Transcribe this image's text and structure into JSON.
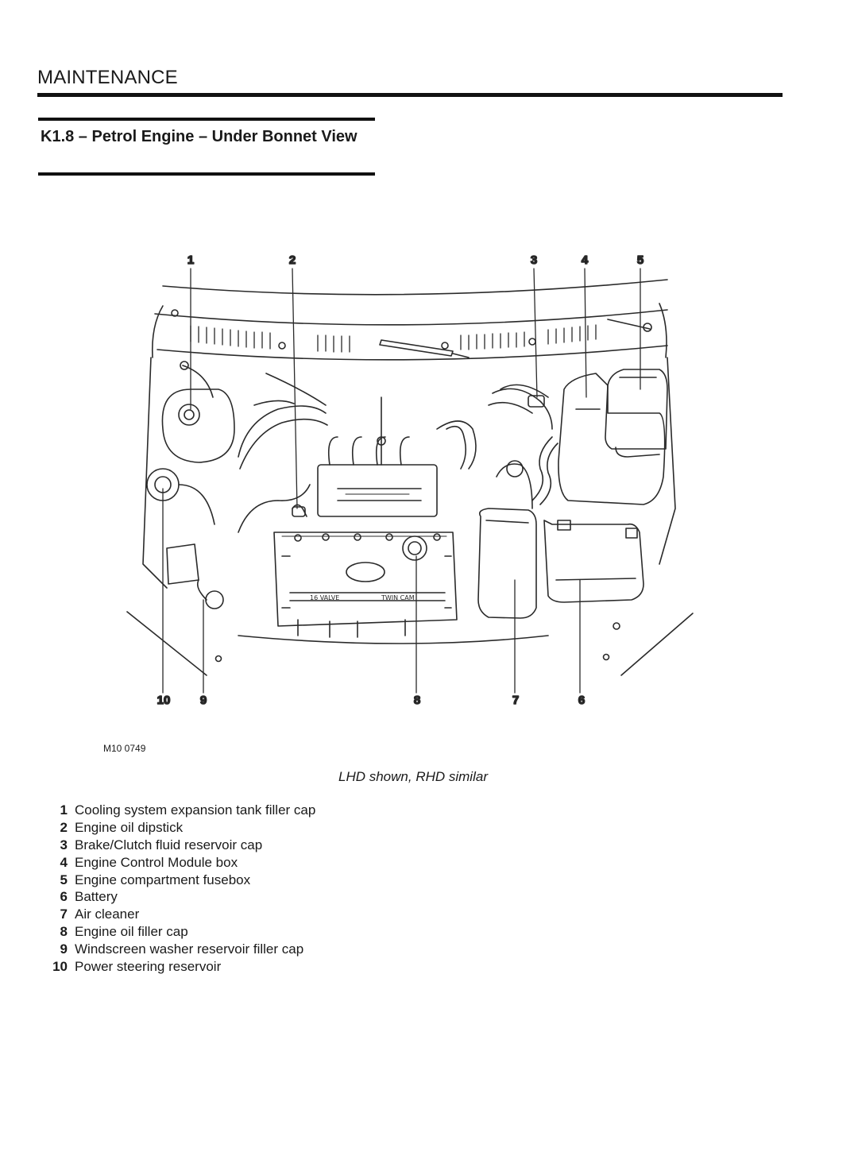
{
  "header": {
    "title": "MAINTENANCE"
  },
  "section": {
    "title": "K1.8 – Petrol Engine – Under Bonnet View"
  },
  "figure": {
    "id": "M10 0749",
    "note": "LHD shown, RHD similar",
    "callouts": [
      {
        "number": "1"
      },
      {
        "number": "2"
      },
      {
        "number": "3"
      },
      {
        "number": "4"
      },
      {
        "number": "5"
      },
      {
        "number": "6"
      },
      {
        "number": "7"
      },
      {
        "number": "8"
      },
      {
        "number": "9"
      },
      {
        "number": "10"
      }
    ],
    "engine_text": {
      "cover_top": "16 VALVE",
      "cover_bottom": "TWIN CAM"
    }
  },
  "legend": [
    {
      "number": "1",
      "text": "Cooling system expansion tank filler cap"
    },
    {
      "number": "2",
      "text": "Engine oil dipstick"
    },
    {
      "number": "3",
      "text": "Brake/Clutch fluid reservoir cap"
    },
    {
      "number": "4",
      "text": "Engine Control Module box"
    },
    {
      "number": "5",
      "text": "Engine compartment fusebox"
    },
    {
      "number": "6",
      "text": "Battery"
    },
    {
      "number": "7",
      "text": "Air cleaner"
    },
    {
      "number": "8",
      "text": "Engine oil filler cap"
    },
    {
      "number": "9",
      "text": "Windscreen washer reservoir filler cap"
    },
    {
      "number": "10",
      "text": "Power steering reservoir"
    }
  ]
}
